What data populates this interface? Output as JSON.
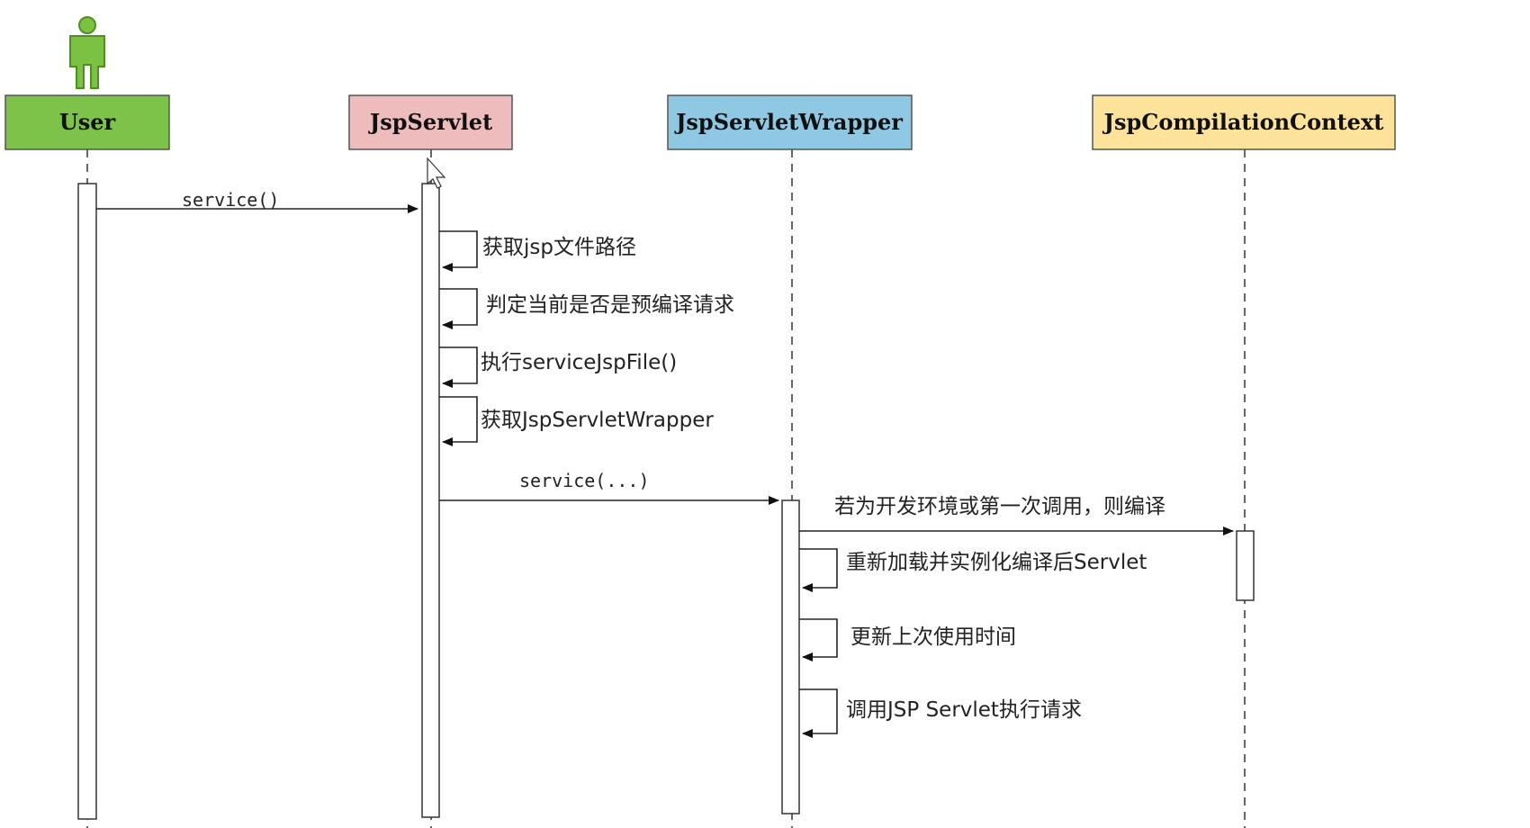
{
  "colors": {
    "user_box": "#7dc34a",
    "jspservlet_box": "#eebcbc",
    "wrapper_box": "#8ec8e2",
    "context_box": "#fde39a",
    "actor": "#7cc242"
  },
  "participants": [
    {
      "id": "user",
      "label": "User",
      "icon": "actor-icon"
    },
    {
      "id": "jspservlet",
      "label": "JspServlet"
    },
    {
      "id": "wrapper",
      "label": "JspServletWrapper"
    },
    {
      "id": "context",
      "label": "JspCompilationContext"
    }
  ],
  "messages": {
    "user_to_servlet": "service()",
    "servlet_self_1": "获取jsp文件路径",
    "servlet_self_2": "判定当前是否是预编译请求",
    "servlet_self_3": "执行serviceJspFile()",
    "servlet_self_4": "获取JspServletWrapper",
    "servlet_to_wrapper": "service(...)",
    "wrapper_to_context": "若为开发环境或第一次调用，则编译",
    "wrapper_self_1": "重新加载并实例化编译后Servlet",
    "wrapper_self_2": "更新上次使用时间",
    "wrapper_self_3": "调用JSP Servlet执行请求"
  }
}
